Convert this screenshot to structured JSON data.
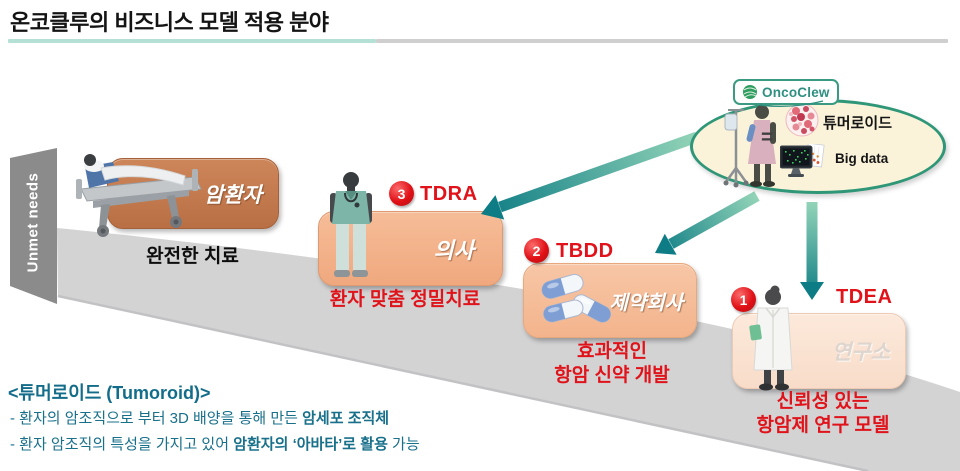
{
  "header": {
    "title": "온코클루의 비즈니스 모델 적용 분야"
  },
  "sidebar": {
    "label": "Unmet needs"
  },
  "flow": {
    "patient": {
      "box_label": "암환자",
      "caption": "완전한 치료"
    },
    "doctor": {
      "step": "3",
      "code": "TDRA",
      "box_label": "의사",
      "caption": "환자 맞춤 정밀치료"
    },
    "pharma": {
      "step": "2",
      "code": "TBDD",
      "box_label": "제약회사",
      "caption_line1": "효과적인",
      "caption_line2": "항암 신약 개발"
    },
    "research": {
      "step": "1",
      "code": "TDEA",
      "box_label": "연구소",
      "caption_line1": "신뢰성 있는",
      "caption_line2": "항암제 연구 모델"
    }
  },
  "bubble": {
    "logo": "OncoClew",
    "equals": "=",
    "tumoroid_label": "튜머로이드",
    "bigdata_label": "Big data"
  },
  "footnote": {
    "title": "<튜머로이드 (Tumoroid)>",
    "line1": [
      {
        "t": "- 환자의 암조직으로 부터 3D 배양을 통해 만든 ",
        "b": false
      },
      {
        "t": "암세포 조직체",
        "b": true
      }
    ],
    "line2": [
      {
        "t": "- 환자 암조직의 특성을 가지고 있어 ",
        "b": false
      },
      {
        "t": "암환자의 ‘아바타’로 활용",
        "b": true
      },
      {
        "t": " 가능",
        "b": false
      }
    ]
  },
  "illustrations": {
    "bed": "hospital-bed-with-patient",
    "doctor": "doctor-in-scrubs",
    "pills": "capsule-pills",
    "researcher": "researcher-in-lab-coat",
    "iv_patient": "patient-with-iv-stand",
    "tumoroid": "tumoroid-cell-cluster",
    "bigdata": "data-monitor-and-chart",
    "logo_icon": "yarn-ball"
  },
  "colors": {
    "accent_red": "#e0131a",
    "arrow_teal_dark": "#0d7c84",
    "arrow_teal_light": "#93d4b8",
    "footnote_teal": "#19708b",
    "ramp_gray": "#d3d3d4",
    "unmet_bar_gray": "#8b8b8b",
    "ellipse_fill": "#faf3da",
    "ellipse_border": "#2f9778",
    "underline_teal": "#b5e0d6"
  }
}
